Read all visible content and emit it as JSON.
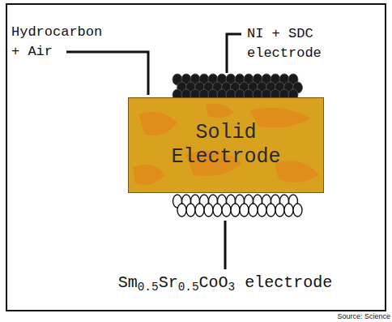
{
  "diagram": {
    "nodes": [
      {
        "text": [
          "Solid Electrode"
        ]
      }
    ],
    "labels": [
      "Hydrocarbon + Air",
      "NI + SDC electrode",
      "Sm0.5Sr0.5CoO3 electrode",
      "Source: Science"
    ]
  }
}
